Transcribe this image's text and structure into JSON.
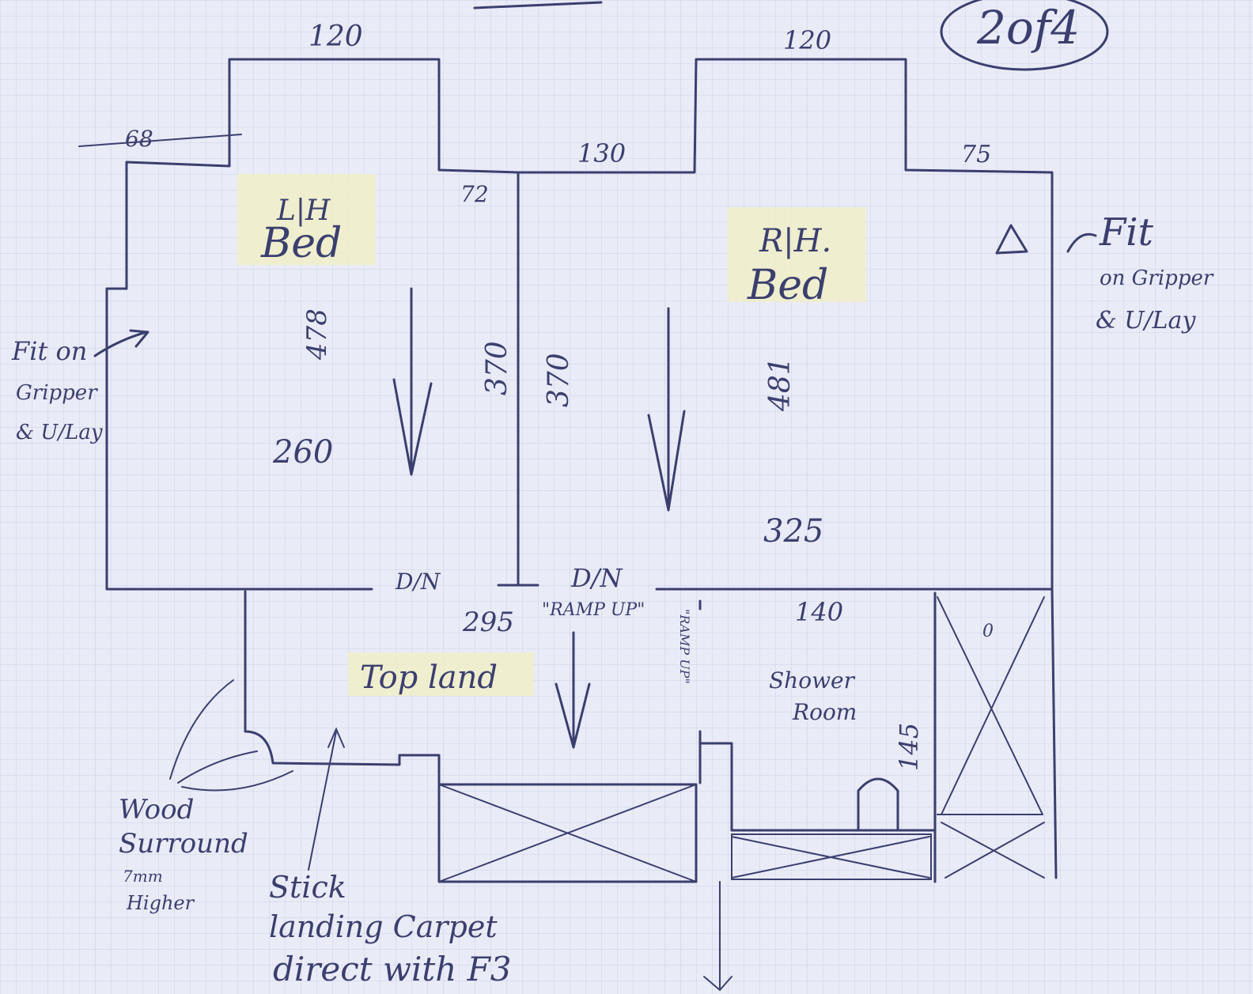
{
  "sheet": {
    "label": "2of4"
  },
  "rooms": {
    "lh_bed": {
      "line1": "L|H",
      "line2": "Bed"
    },
    "rh_bed": {
      "line1": "R|H.",
      "line2": "Bed"
    },
    "landing": {
      "label": "Top land"
    },
    "shower": {
      "line1": "Shower",
      "line2": "Room"
    }
  },
  "dimensions": {
    "lh_top": "120",
    "rh_top": "120",
    "lh_step": "68",
    "middle_top": "130",
    "rh_step": "75",
    "partition_top": "72",
    "lh_length": "478",
    "lh_width": "260",
    "partition_left": "370",
    "partition_right": "370",
    "rh_length": "481",
    "rh_width": "325",
    "landing_width": "295",
    "shower_top": "140",
    "shower_side": "145"
  },
  "marks": {
    "dn_left": "D/N",
    "dn_right": "D/N",
    "ramp_up": "\"RAMP UP\"",
    "ramp_side": "\"RAMP UP\"",
    "cupboard_o": "0"
  },
  "notes": {
    "left_fit": [
      "Fit on",
      "Gripper",
      "& U/Lay"
    ],
    "right_fit": [
      "Fit",
      "on Gripper",
      "& U/Lay"
    ],
    "wood": [
      "Wood",
      "Surround",
      "7mm",
      "Higher"
    ],
    "stick": [
      "Stick",
      "landing Carpet",
      "direct with F3"
    ]
  }
}
